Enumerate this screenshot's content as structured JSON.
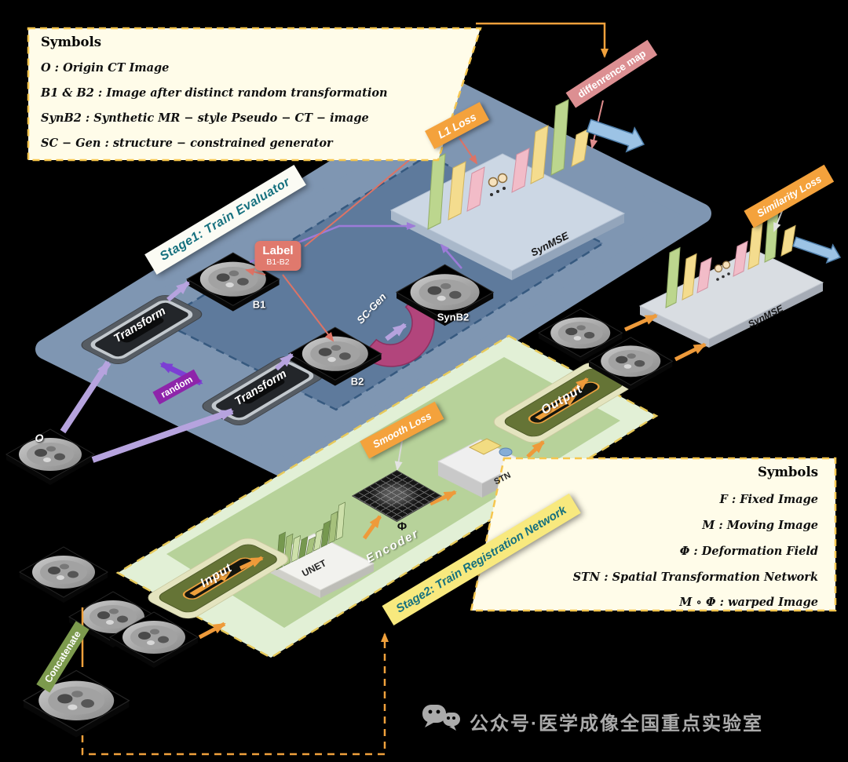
{
  "legend_top": {
    "title": "Symbols",
    "items": [
      "O :   Origin CT Image",
      "B1 &  B2 : Image after distinct random transformation",
      "SynB2 : Synthetic MR − style Pseudo − CT − image",
      "SC − Gen : structure − constrained generator"
    ]
  },
  "legend_bottom": {
    "title": "Symbols",
    "items": [
      "F :   Fixed Image",
      "M : Moving Image",
      "Φ : Deformation Field",
      "STN : Spatial Transformation Network",
      "M ∘ Φ : warped Image"
    ]
  },
  "stage1": {
    "title": "Stage1: Train Evaluator",
    "transform": "Transform",
    "random": "random",
    "label_box": {
      "line1": "Label",
      "line2": "B1-B2"
    },
    "sc_gen": "SC-Gen",
    "l1_loss": "L1 Loss",
    "difference_map": "diffenrence map",
    "synmse": "SynMSE",
    "b1": "B1",
    "b2": "B2",
    "synb2": "SynB2",
    "o_mark": "O"
  },
  "evaluator2": {
    "similarity_loss": "Similarity Loss",
    "synmse": "SynMSE"
  },
  "stage2": {
    "title": "Stage2: Train Registration Network",
    "input": "Input",
    "output": "Output",
    "unet": "UNET",
    "encoder": "Encoder",
    "phi": "Φ",
    "stn": "STN",
    "smooth_loss": "Smooth Loss",
    "concatenate": "Concatenate"
  },
  "watermark": {
    "text": "公众号·医学成像全国重点实验室"
  },
  "colors": {
    "accent_orange": "#f4a23c",
    "panel_blue": "#7f96b2",
    "panel_green": "#e2f0d6",
    "sc_gen_magenta": "#b2457c",
    "salmon": "#e0796d"
  }
}
